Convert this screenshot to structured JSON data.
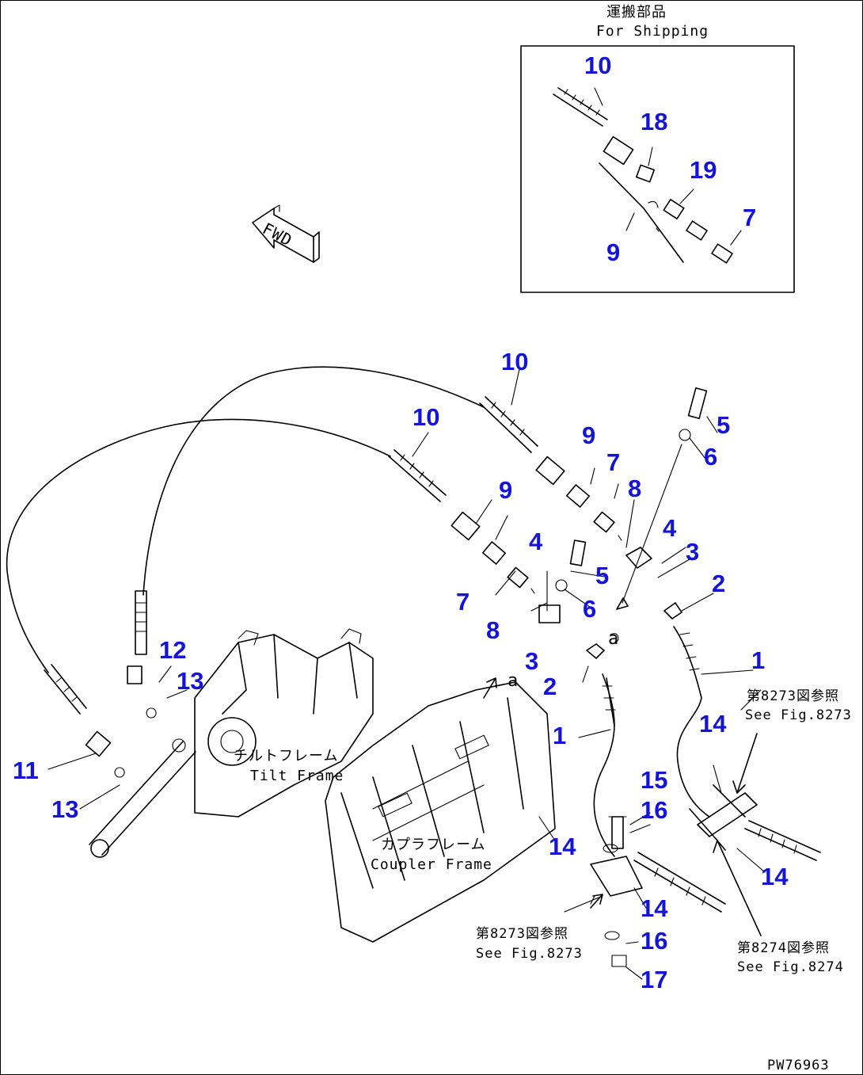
{
  "shipping": {
    "jp": "運搬部品",
    "en": "For Shipping"
  },
  "fwd": "FWD",
  "frames": {
    "tilt_jp": "チルトフレーム",
    "tilt_en": "Tilt Frame",
    "coupler_jp": "カプラフレーム",
    "coupler_en": "Coupler Frame"
  },
  "refs": {
    "ref8273_jp": "第8273図参照",
    "ref8273_en": "See Fig.8273",
    "ref8274_jp": "第8274図参照",
    "ref8274_en": "See Fig.8274"
  },
  "letters": {
    "a1": "a",
    "a2": "a"
  },
  "drawing_code": "PW76963",
  "callouts": [
    "1",
    "2",
    "3",
    "4",
    "5",
    "6",
    "7",
    "8",
    "9",
    "10",
    "11",
    "12",
    "13",
    "14",
    "15",
    "16",
    "17",
    "18",
    "19"
  ],
  "colors": {
    "callout": "#1414d6",
    "line": "#000000"
  }
}
